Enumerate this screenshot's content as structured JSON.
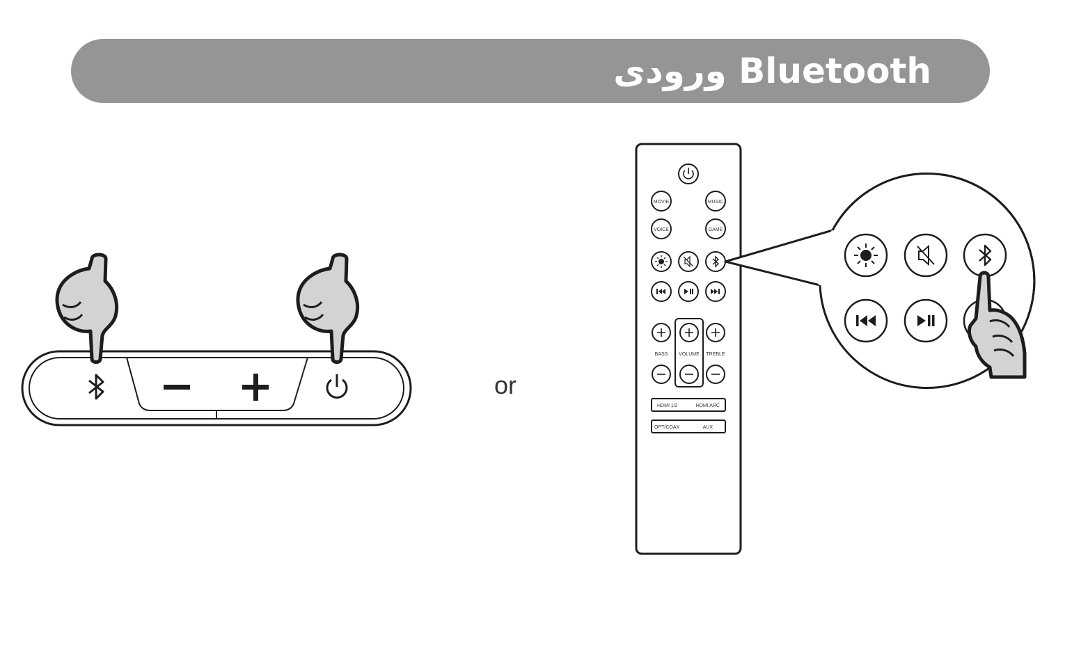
{
  "banner": {
    "title": "ورودی Bluetooth",
    "color": "#939597"
  },
  "or_label": "or",
  "soundbar": {
    "buttons": [
      {
        "icon": "bluetooth-icon"
      },
      {
        "icon": "minus-icon"
      },
      {
        "icon": "plus-icon"
      },
      {
        "icon": "power-icon"
      }
    ]
  },
  "remote": {
    "buttons": {
      "movie": "MOVIE",
      "music": "MUSIC",
      "voice": "VOICE",
      "game": "GAME",
      "bass": "BASS",
      "volume": "VOLUME",
      "treble": "TREBLE",
      "hdmi12": "HDMI 1/2",
      "hdmiarc": "HDMI ARC",
      "optcoax": "OPT/COAX",
      "aux": "AUX"
    },
    "icons": [
      "power-icon",
      "brightness-icon",
      "mute-icon",
      "bluetooth-icon",
      "previous-icon",
      "play-pause-icon",
      "next-icon"
    ]
  },
  "callout": {
    "icons": [
      "brightness-icon",
      "mute-icon",
      "bluetooth-icon",
      "previous-icon",
      "play-pause-icon",
      "next-icon"
    ]
  }
}
